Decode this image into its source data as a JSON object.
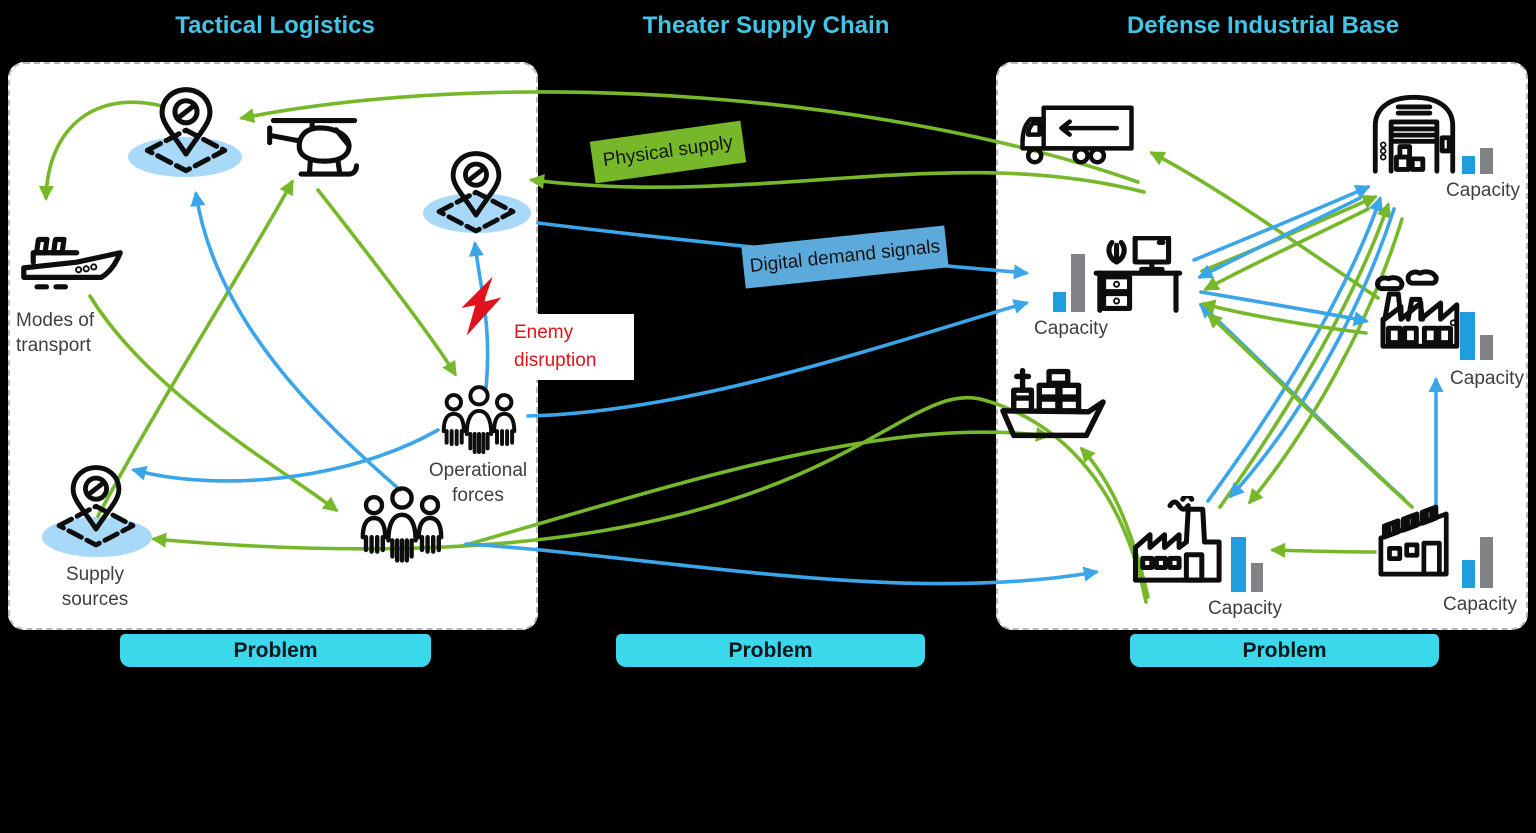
{
  "palette": {
    "bg": "#000000",
    "panel_bg": "#ffffff",
    "panel_border": "#b8b8b8",
    "header": "#41c4e6",
    "problem": "#3bd8ec",
    "green": "#76b82a",
    "blue": "#3aa5e8",
    "box_blue": "#5ca9dc",
    "bar_blue": "#1e9ede",
    "bar_gray": "#808285",
    "red": "#e1121b",
    "label": "#3f3f3f",
    "ellipse": "#a8d9f8",
    "ink": "#0d0d0d"
  },
  "headers": {
    "tactical": "Tactical Logistics",
    "theater": "Theater Supply Chain",
    "dib": "Defense Industrial Base"
  },
  "problem_labels": [
    "Problem",
    "Problem",
    "Problem"
  ],
  "flows": {
    "physical_supply": "Physical supply",
    "digital_demand": "Digital demand signals"
  },
  "tactical": {
    "modes_of_transport": "Modes of transport",
    "supply_sources": "Supply sources",
    "operational_forces": "Operational forces",
    "enemy_disruption": "Enemy disruption"
  },
  "dib": {
    "stations": [
      {
        "name": "warehouse",
        "label": "Capacity",
        "bars": [
          {
            "color": "#1e9ede",
            "h": 18,
            "w": 13
          },
          {
            "color": "#808285",
            "h": 26,
            "w": 13
          }
        ]
      },
      {
        "name": "command-center",
        "label": "Capacity",
        "bars": [
          {
            "color": "#1e9ede",
            "h": 20,
            "w": 13
          },
          {
            "color": "#808285",
            "h": 58,
            "w": 14
          }
        ]
      },
      {
        "name": "heavy-factory",
        "label": "Capacity",
        "bars": [
          {
            "color": "#1e9ede",
            "h": 48,
            "w": 15
          },
          {
            "color": "#808285",
            "h": 25,
            "w": 13
          }
        ]
      },
      {
        "name": "factory",
        "label": "Capacity",
        "bars": [
          {
            "color": "#1e9ede",
            "h": 55,
            "w": 15
          },
          {
            "color": "#808285",
            "h": 29,
            "w": 12
          }
        ]
      },
      {
        "name": "industrial-plant",
        "label": "Capacity",
        "bars": [
          {
            "color": "#1e9ede",
            "h": 28,
            "w": 13
          },
          {
            "color": "#808285",
            "h": 51,
            "w": 13
          }
        ]
      }
    ]
  }
}
